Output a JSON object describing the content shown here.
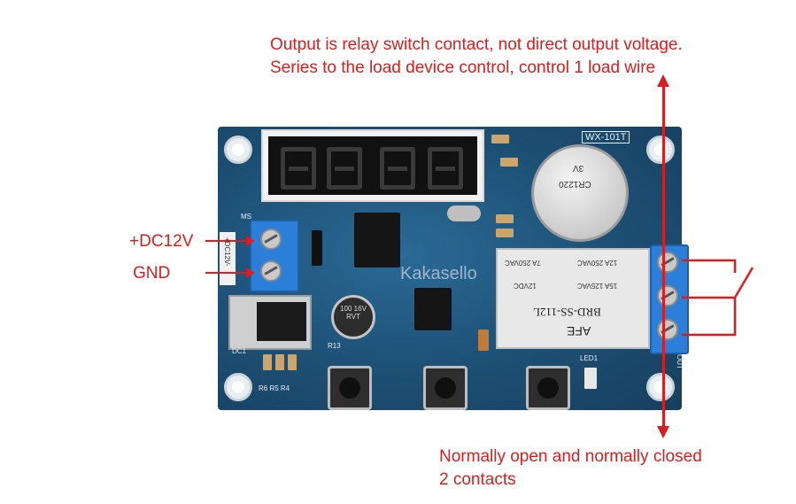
{
  "annotations": {
    "top_line1": "Output is relay switch contact, not direct output voltage.",
    "top_line2": "Series to the load device control, control 1 load wire",
    "left_dc": "+DC12V",
    "left_gnd": "GND",
    "bottom_line1": "Normally open and normally closed",
    "bottom_line2": "2 contacts"
  },
  "board": {
    "model": "WX-101T",
    "watermark": "Kakasello",
    "relay_brand": "AFE",
    "relay_model": "BRD-SS-112L",
    "relay_rating1": "7A 250VAC",
    "relay_rating2": "12A 250VAC",
    "relay_rating3": "15A 125VAC",
    "relay_coil": "12VDC",
    "battery": "CR1220",
    "battery_volt": "3V",
    "cap_text": "100 16V RVT",
    "silk_ms": "MS",
    "silk_dc12v": "+DC12V-",
    "silk_out": "OUT",
    "silk_dc1": "DC1",
    "silk_r13": "R13",
    "silk_led1": "LED1",
    "silk_r6r5r4": "R6 R5 R4"
  },
  "colors": {
    "annotation": "#d81e1e",
    "board": "#1d4f74",
    "terminal": "#2c7fd8"
  }
}
